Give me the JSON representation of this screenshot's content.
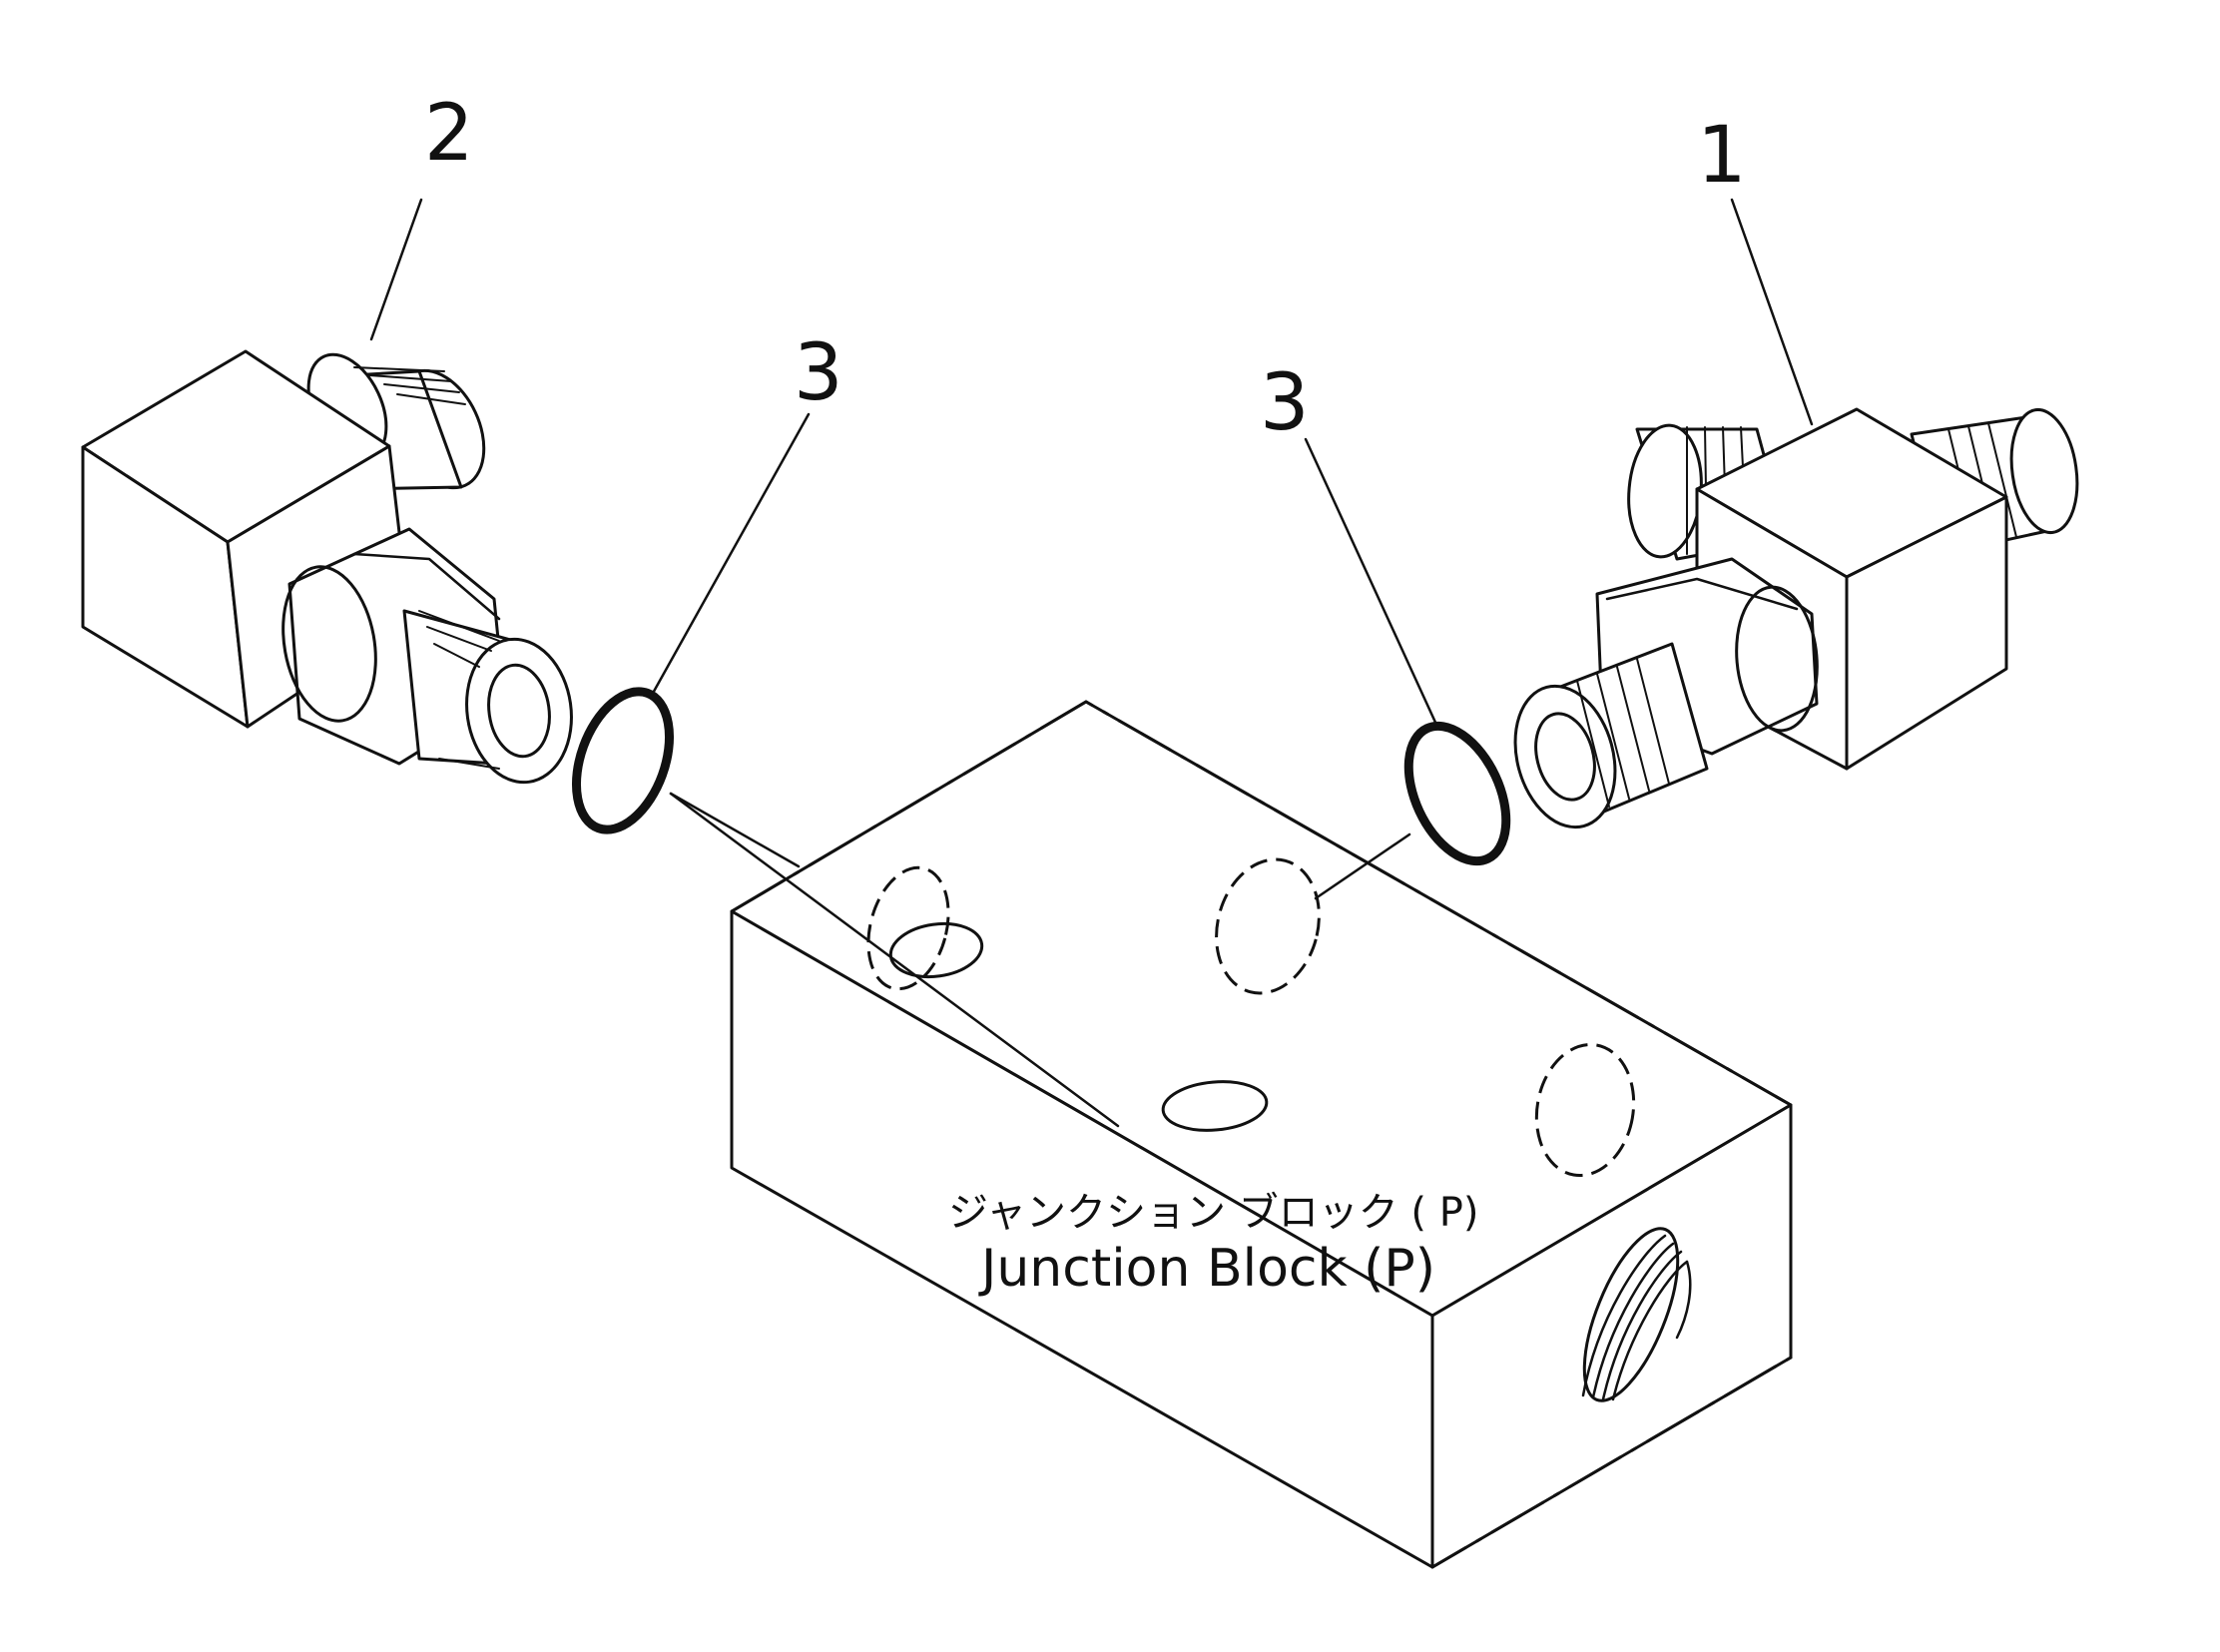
{
  "callouts": [
    {
      "id": "callout-1",
      "number": "1"
    },
    {
      "id": "callout-2",
      "number": "2"
    },
    {
      "id": "callout-3a",
      "number": "3"
    },
    {
      "id": "callout-3b",
      "number": "3"
    }
  ],
  "block": {
    "label_jp": "ジャンクション ブロック ( P)",
    "label_en": "Junction Block (P)"
  },
  "colors": {
    "ink": "#111111",
    "background": "#ffffff"
  }
}
